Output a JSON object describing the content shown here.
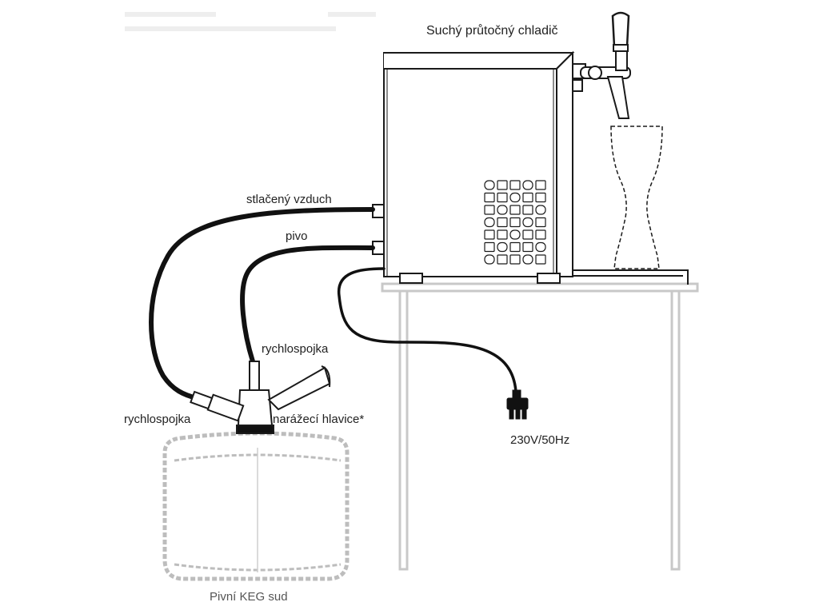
{
  "diagram": {
    "labels": {
      "cooler": "Suchý průtočný chladič",
      "compressed_air": "stlačený vzduch",
      "beer": "pivo",
      "quick_coupler_top": "rychlospojka",
      "quick_coupler_left": "rychlospojka",
      "keg_coupler": "narážecí hlavice*",
      "power": "230V/50Hz",
      "keg": "Pivní KEG sud"
    }
  },
  "colors": {
    "line": "#1a1a1a",
    "hose": "#111111",
    "table": "#c8c8c8",
    "keg": "#bdbdbd",
    "text": "#222222"
  }
}
